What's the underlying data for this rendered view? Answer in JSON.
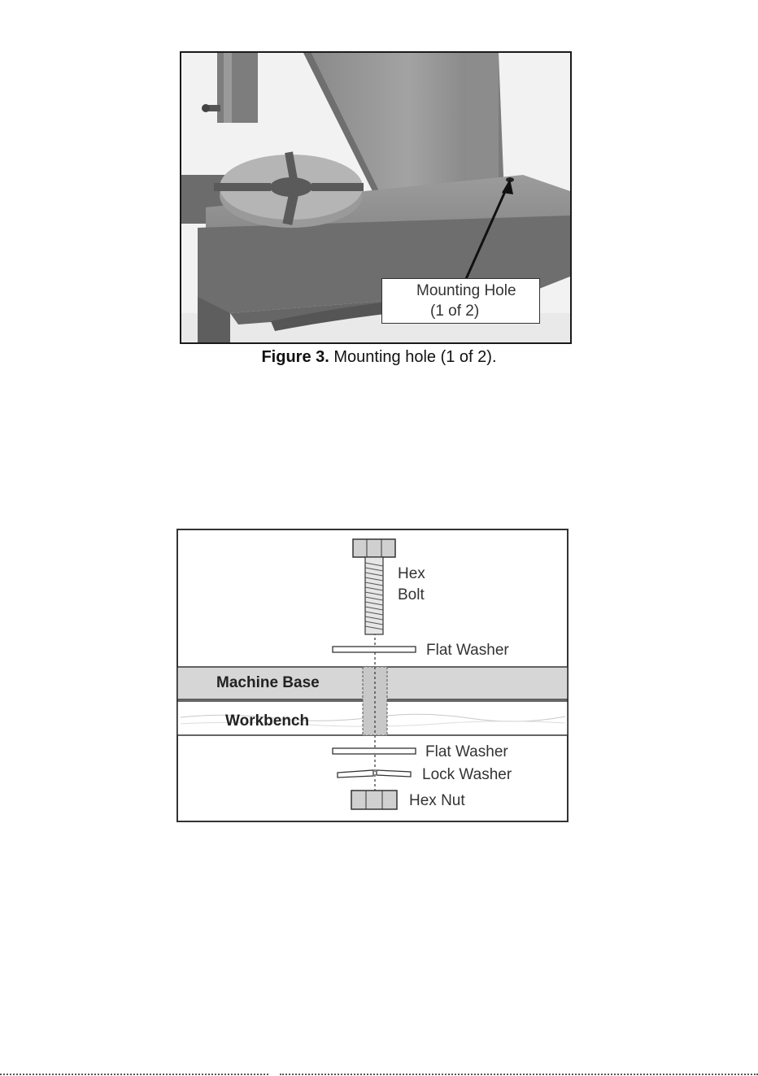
{
  "figure3": {
    "callout": {
      "line1": "Mounting Hole",
      "line2": "(1 of 2)"
    },
    "caption": {
      "label": "Figure 3.",
      "text": "Mounting hole (1 of 2)."
    }
  },
  "hardware_diagram": {
    "hex_bolt": {
      "line1": "Hex",
      "line2": "Bolt"
    },
    "flat_washer_top": "Flat Washer",
    "machine_base": "Machine Base",
    "workbench": "Workbench",
    "flat_washer_bottom": "Flat Washer",
    "lock_washer": "Lock Washer",
    "hex_nut": "Hex Nut"
  }
}
